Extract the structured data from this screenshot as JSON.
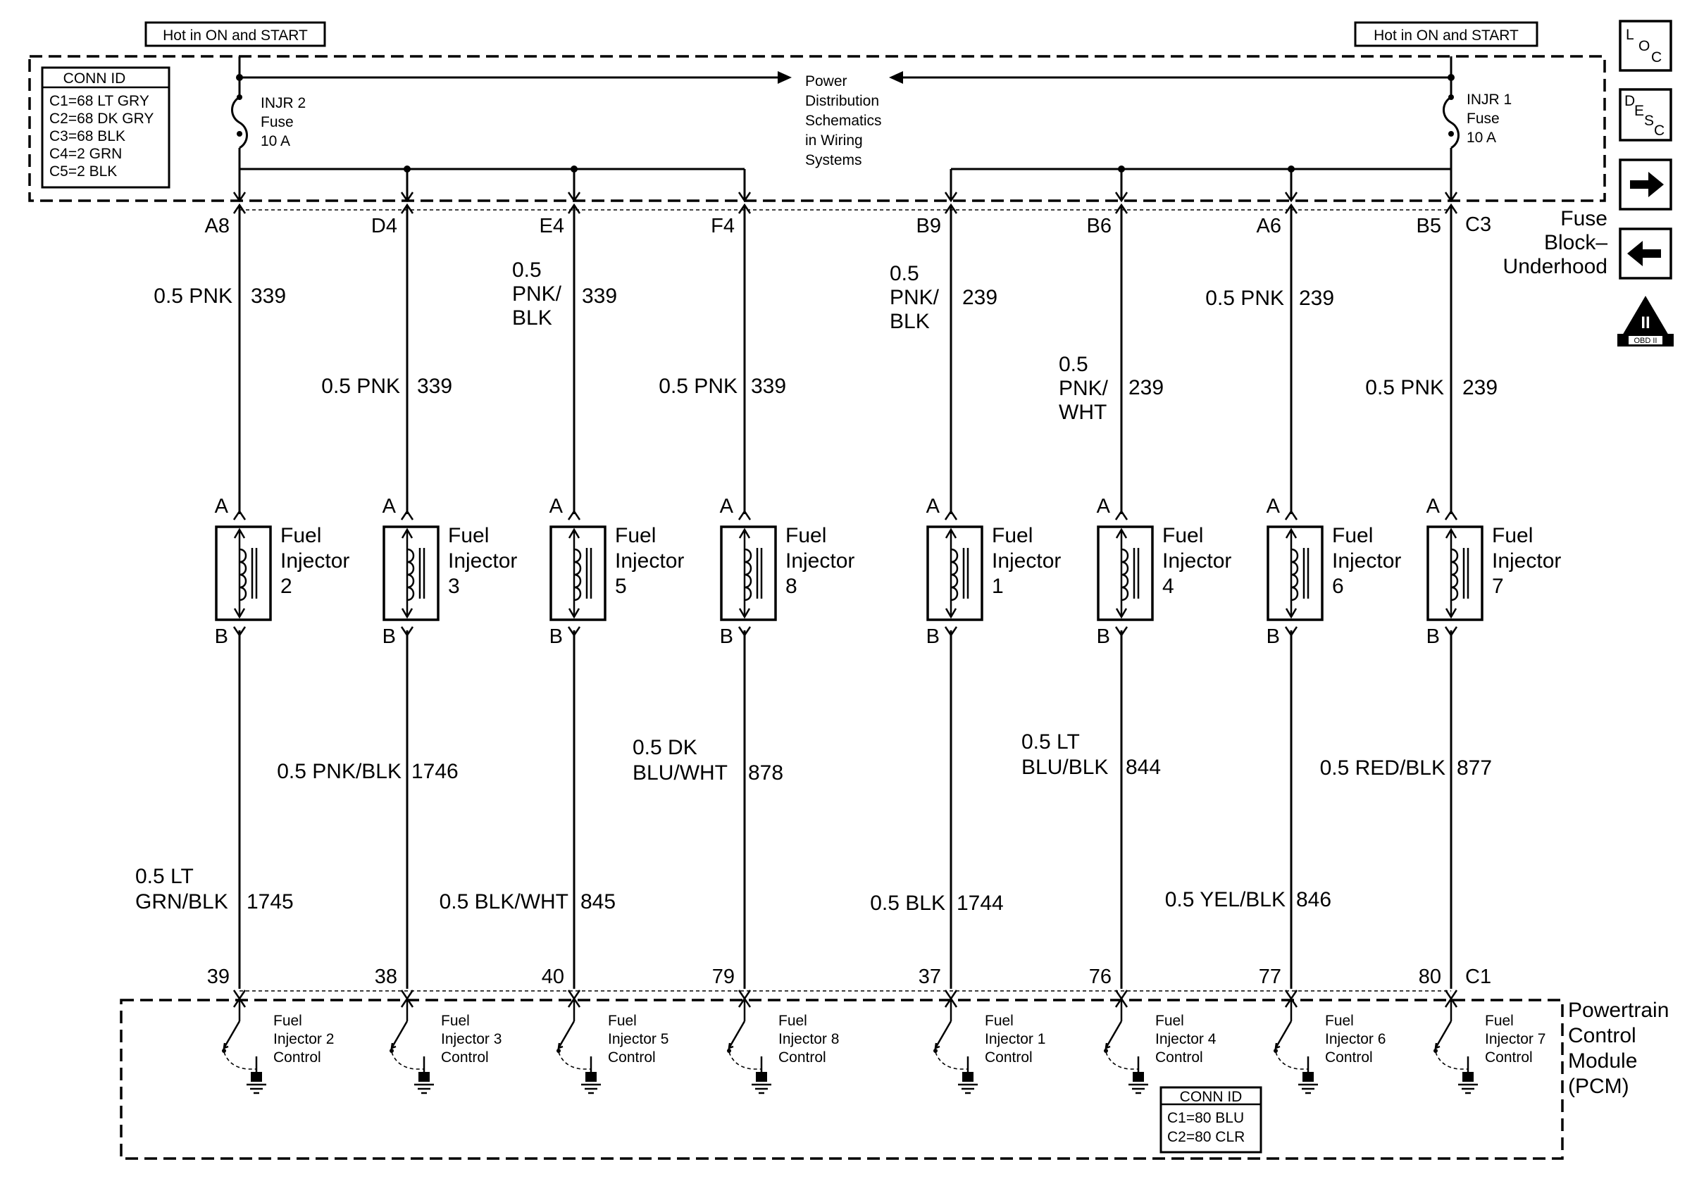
{
  "hot_labels": {
    "left": "Hot in ON and START",
    "right": "Hot in ON and START"
  },
  "conn_id_top": {
    "title": "CONN ID",
    "lines": [
      "C1=68 LT GRY",
      "C2=68 DK GRY",
      "C3=68 BLK",
      "C4=2 GRN",
      "C5=2 BLK"
    ]
  },
  "conn_id_bottom": {
    "title": "CONN ID",
    "lines": [
      "C1=80 BLU",
      "C2=80 CLR"
    ]
  },
  "fuse_left": {
    "lines": [
      "INJR 2",
      "Fuse",
      "10 A"
    ]
  },
  "fuse_right": {
    "lines": [
      "INJR 1",
      "Fuse",
      "10 A"
    ]
  },
  "power_dist": {
    "lines": [
      "Power",
      "Distribution",
      "Schematics",
      "in Wiring",
      "Systems"
    ]
  },
  "fuse_block": {
    "lines": [
      "Fuse",
      "Block–",
      "Underhood"
    ]
  },
  "fuse_c3": "C3",
  "pcm": {
    "lines": [
      "Powertrain",
      "Control",
      "Module",
      "(PCM)"
    ]
  },
  "pcm_c1": "C1",
  "pin_a": "A",
  "pin_b": "B",
  "injector_label": [
    "Fuel",
    "Injector"
  ],
  "switch_label": [
    "Fuel",
    "Injector",
    "Control"
  ],
  "columns": [
    {
      "fuse_pin": "A8",
      "pcm_pin": "39",
      "injector": "2",
      "top_wire": {
        "lines": [
          "0.5 PNK"
        ],
        "circuit": "339"
      },
      "bottom_wire": {
        "lines": [
          "0.5 LT",
          "GRN/BLK"
        ],
        "circuit": "1745"
      }
    },
    {
      "fuse_pin": "D4",
      "pcm_pin": "38",
      "injector": "3",
      "top_wire": {
        "lines": [
          "0.5 PNK"
        ],
        "circuit": "339"
      },
      "bottom_wire": {
        "lines": [
          "0.5 PNK/BLK"
        ],
        "circuit": "1746"
      }
    },
    {
      "fuse_pin": "E4",
      "pcm_pin": "40",
      "injector": "5",
      "top_wire": {
        "lines": [
          "0.5",
          "PNK/",
          "BLK"
        ],
        "circuit": "339"
      },
      "bottom_wire": {
        "lines": [
          "0.5 BLK/WHT"
        ],
        "circuit": "845"
      }
    },
    {
      "fuse_pin": "F4",
      "pcm_pin": "79",
      "injector": "8",
      "top_wire": {
        "lines": [
          "0.5 PNK"
        ],
        "circuit": "339"
      },
      "bottom_wire": {
        "lines": [
          "0.5 DK",
          "BLU/WHT"
        ],
        "circuit": "878"
      }
    },
    {
      "fuse_pin": "B9",
      "pcm_pin": "37",
      "injector": "1",
      "top_wire": {
        "lines": [
          "0.5",
          "PNK/",
          "BLK"
        ],
        "circuit": "239"
      },
      "bottom_wire": {
        "lines": [
          "0.5 BLK"
        ],
        "circuit": "1744"
      }
    },
    {
      "fuse_pin": "B6",
      "pcm_pin": "76",
      "injector": "4",
      "top_wire": {
        "lines": [
          "0.5",
          "PNK/",
          "WHT"
        ],
        "circuit": "239"
      },
      "bottom_wire": {
        "lines": [
          "0.5 LT",
          "BLU/BLK"
        ],
        "circuit": "844"
      }
    },
    {
      "fuse_pin": "A6",
      "pcm_pin": "77",
      "injector": "6",
      "top_wire": {
        "lines": [
          "0.5 PNK"
        ],
        "circuit": "239"
      },
      "bottom_wire": {
        "lines": [
          "0.5 YEL/BLK"
        ],
        "circuit": "846"
      }
    },
    {
      "fuse_pin": "B5",
      "pcm_pin": "80",
      "injector": "7",
      "top_wire": {
        "lines": [
          "0.5 PNK"
        ],
        "circuit": "239"
      },
      "bottom_wire": {
        "lines": [
          "0.5 RED/BLK"
        ],
        "circuit": "877"
      }
    }
  ],
  "nav": {
    "loc": [
      "L",
      "O",
      "C"
    ],
    "desc": [
      "D",
      "E",
      "S",
      "C"
    ],
    "obd": "OBD II",
    "obd_numeral": "II"
  }
}
